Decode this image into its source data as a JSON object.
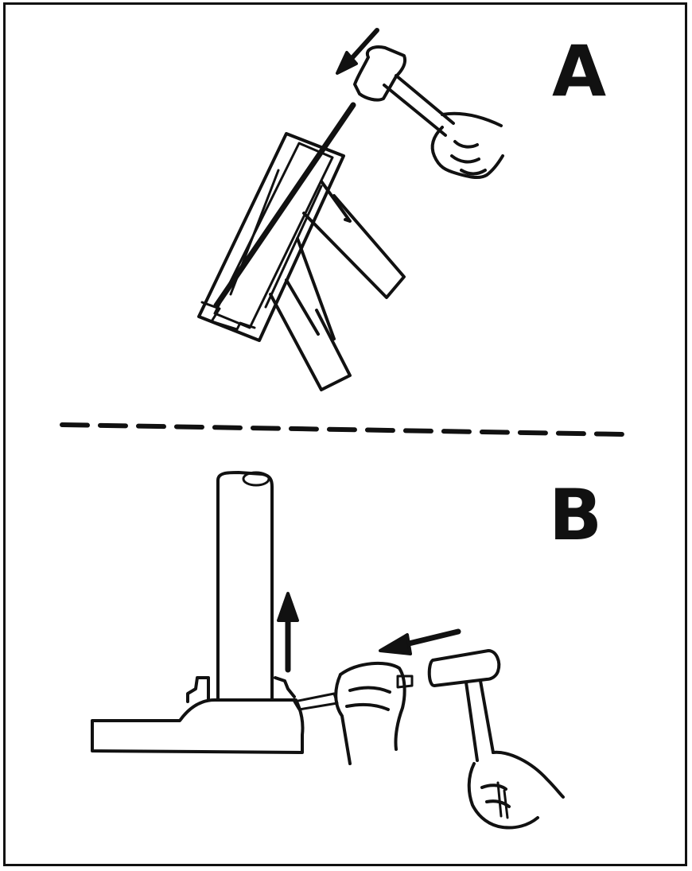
{
  "panels": [
    {
      "id": "A",
      "label": "A"
    },
    {
      "id": "B",
      "label": "B"
    }
  ],
  "colors": {
    "ink": "#111111",
    "paper": "#ffffff"
  },
  "icons": [
    "hammer-icon",
    "hand-icon",
    "arrow-icon",
    "drift-punch-icon"
  ]
}
